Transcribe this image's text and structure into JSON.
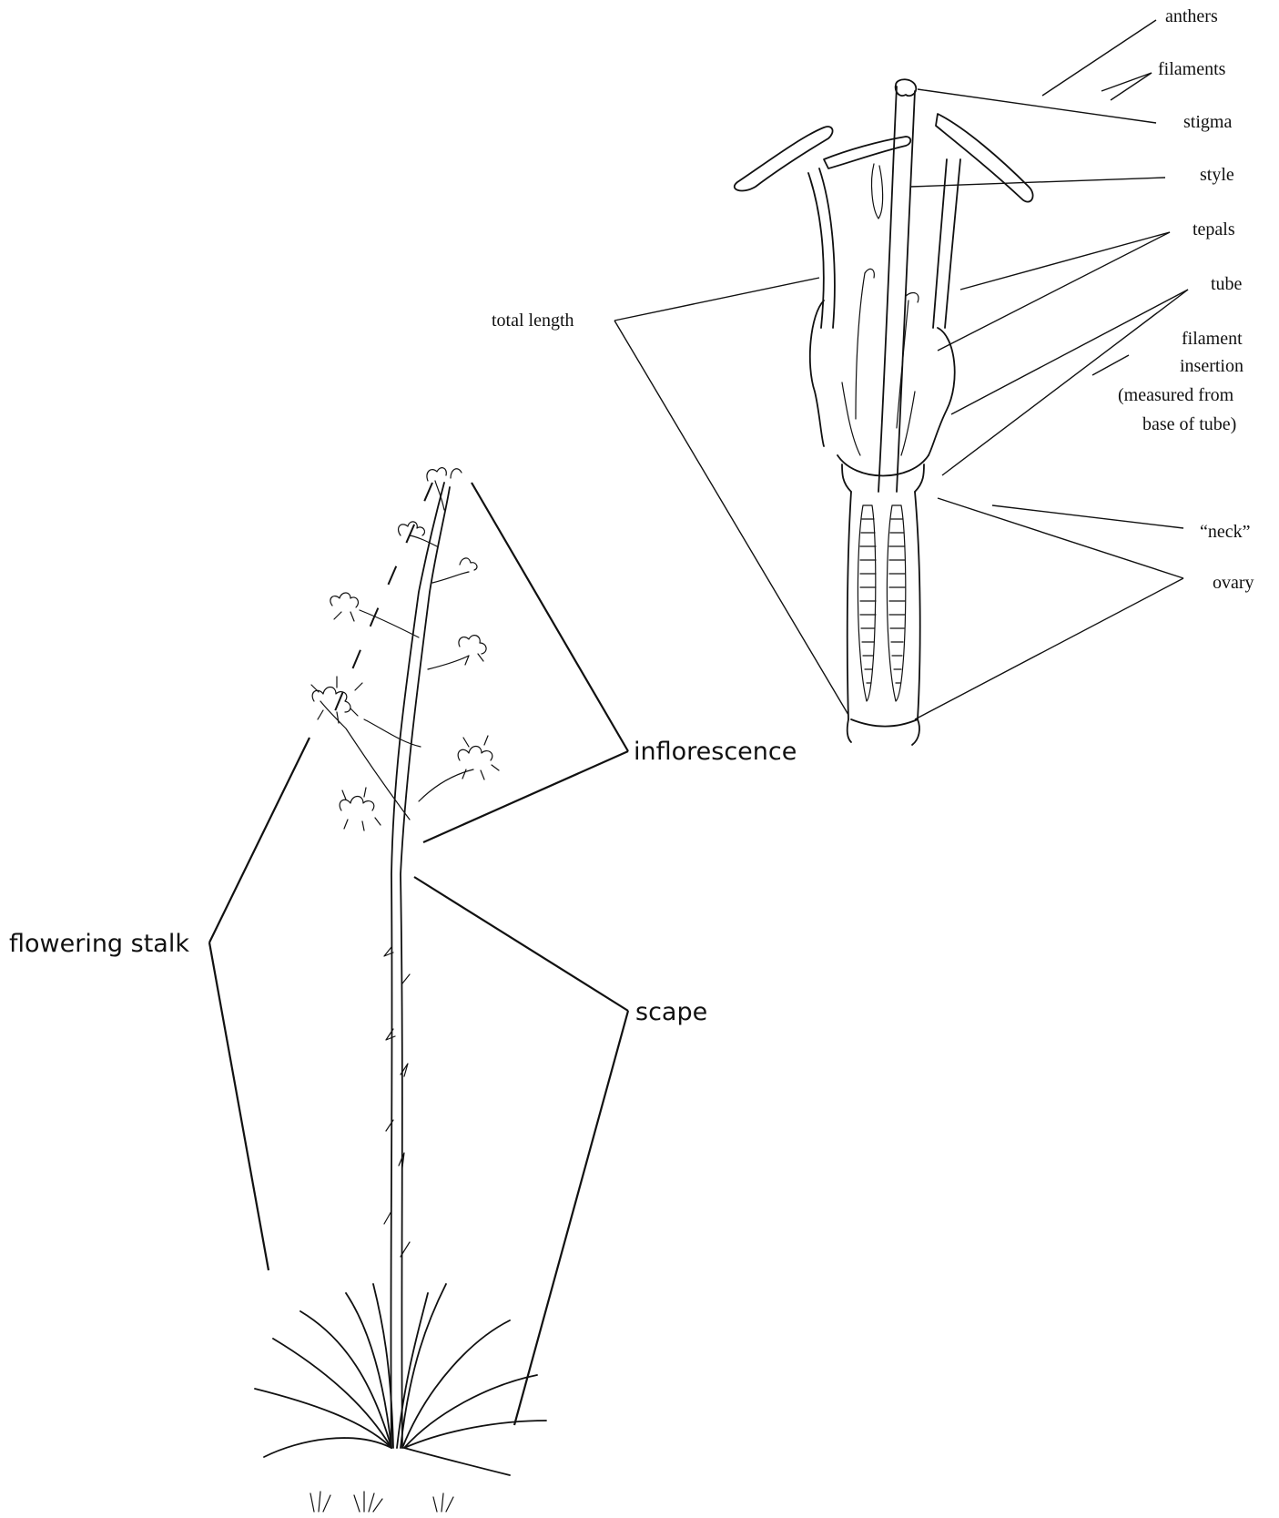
{
  "flower_labels": {
    "anthers": "anthers",
    "filaments": "filaments",
    "stigma": "stigma",
    "style": "style",
    "tepals": "tepals",
    "tube": "tube",
    "filament_insertion_1": "filament",
    "filament_insertion_2": "insertion",
    "filament_insertion_3": "(measured from",
    "filament_insertion_4": "base of tube)",
    "neck": "“neck”",
    "ovary": "ovary",
    "total_length": "total length"
  },
  "plant_labels": {
    "inflorescence": "inflorescence",
    "flowering_stalk": "flowering stalk",
    "scape": "scape"
  }
}
